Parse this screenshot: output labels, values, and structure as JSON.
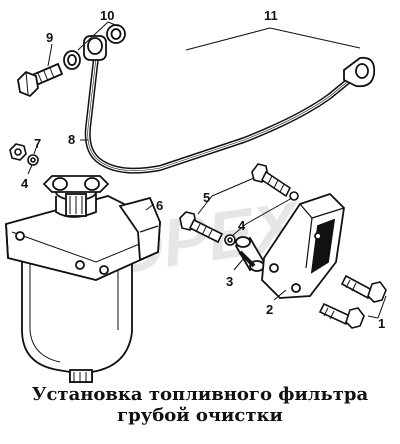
{
  "diagram": {
    "caption_line1": "Установка топливного фильтра",
    "caption_line2": "грубой очистки",
    "watermark": "OPEX",
    "callouts": {
      "c1": "1",
      "c2": "2",
      "c3": "3",
      "c4a": "4",
      "c4b": "4",
      "c5": "5",
      "c6": "6",
      "c7": "7",
      "c8": "8",
      "c9": "9",
      "c10": "10",
      "c11": "11"
    }
  },
  "colors": {
    "ink": "#111111",
    "paper": "#ffffff",
    "watermark": "#d7d7d7"
  }
}
